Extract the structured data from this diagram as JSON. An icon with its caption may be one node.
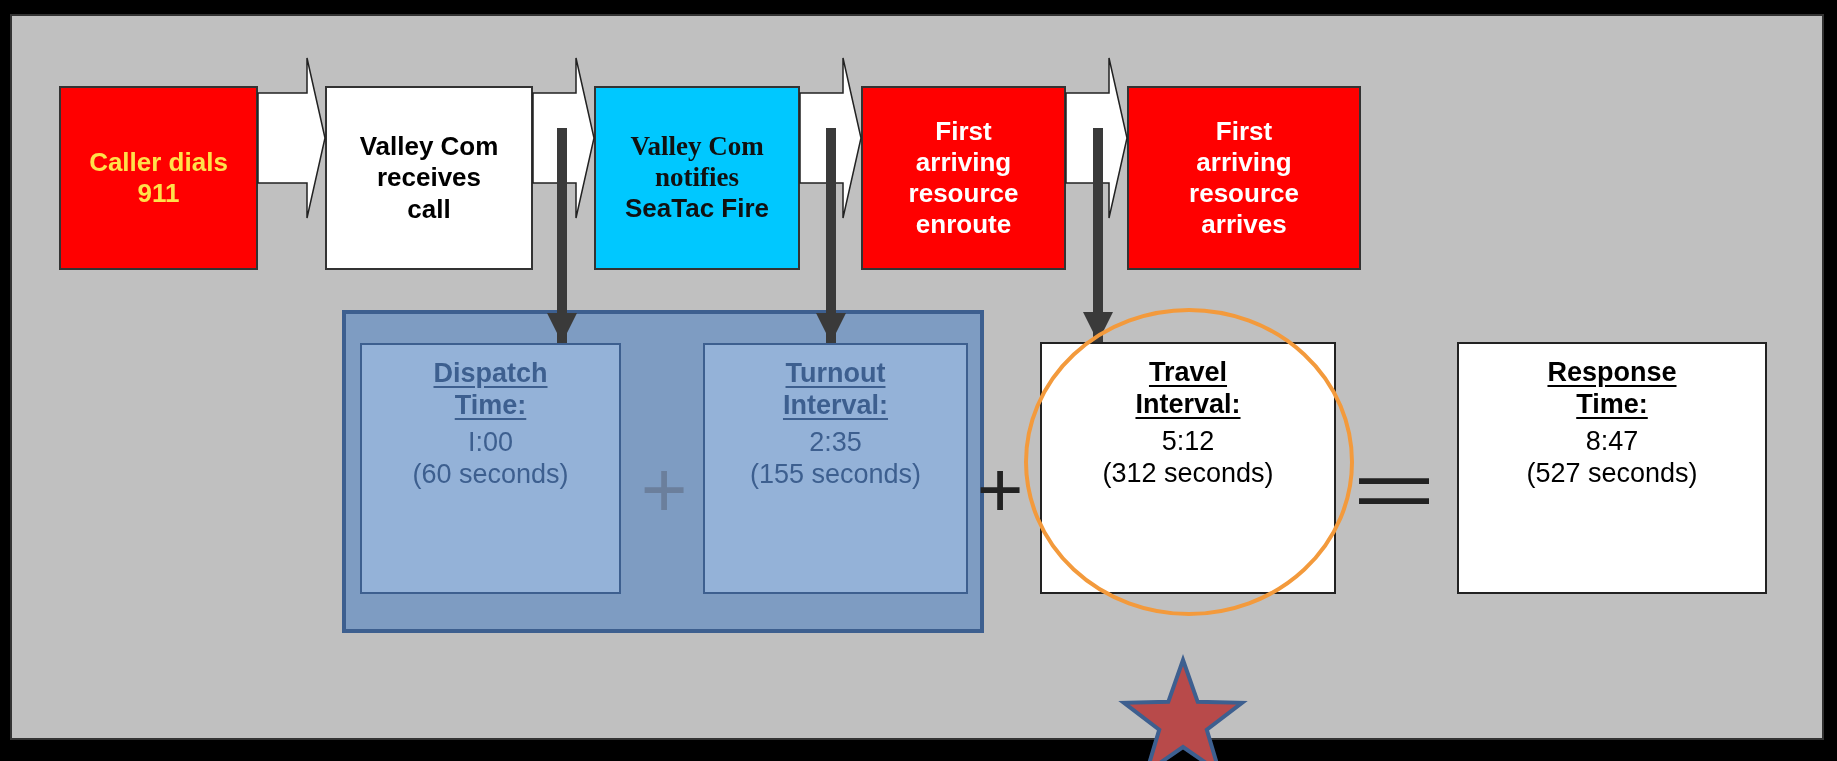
{
  "diagram": {
    "nodes": [
      {
        "text": [
          "Caller dials 911"
        ]
      },
      {
        "text": [
          "Valley Com receives call"
        ]
      },
      {
        "text": [
          "Valley Com notifies",
          "SeaTac Fire"
        ]
      },
      {
        "text": [
          "First arriving resource enroute"
        ]
      },
      {
        "text": [
          "First arriving resource arrives"
        ]
      },
      {
        "text": [],
        "shape": "box"
      },
      {
        "text": [
          "Dispatch Time:",
          "I:00",
          "(60 seconds)"
        ],
        "in": 5
      },
      {
        "text": [
          "Turnout Interval:",
          "2:35",
          "(155 seconds)"
        ],
        "in": 5
      },
      {
        "text": [
          "Travel Interval:",
          "5:12",
          "(312 seconds)"
        ]
      },
      {
        "text": [
          "Response Time:",
          "8:47",
          "(527 seconds)"
        ]
      }
    ],
    "edges": [
      {
        "from": 0,
        "to": 1,
        "arrow": "to"
      },
      {
        "from": 1,
        "to": 2,
        "arrow": "to"
      },
      {
        "from": 2,
        "to": 3,
        "arrow": "to"
      },
      {
        "from": 3,
        "to": 4,
        "arrow": "to"
      },
      {
        "from": null,
        "to": 6,
        "arrow": "to"
      },
      {
        "from": null,
        "to": 7,
        "arrow": "to"
      },
      {
        "from": null,
        "to": 8,
        "arrow": "to"
      }
    ],
    "labels": [
      "+",
      "+",
      "="
    ]
  }
}
